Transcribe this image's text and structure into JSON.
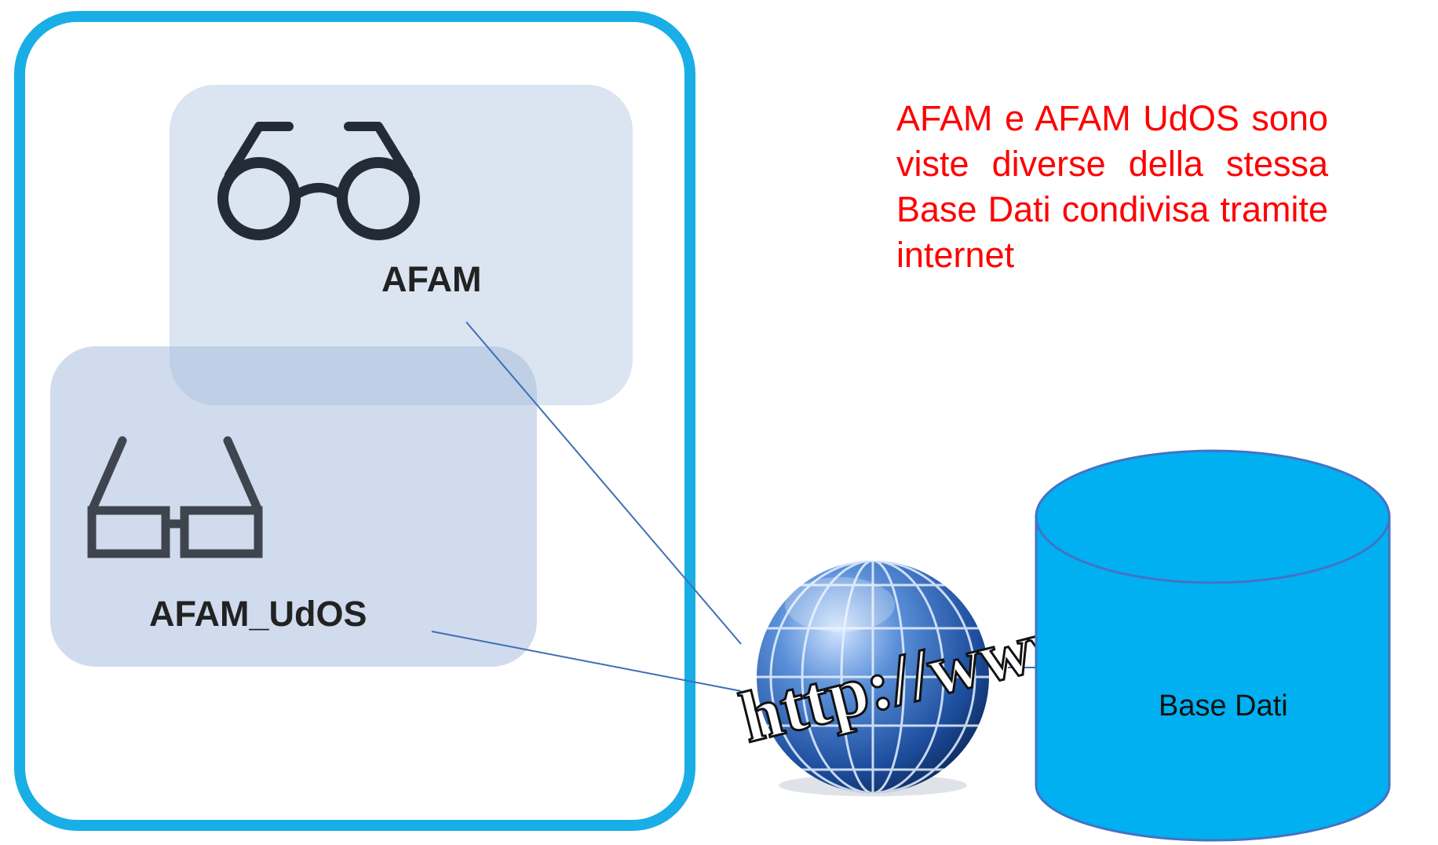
{
  "views": {
    "afam": {
      "label": "AFAM",
      "icon": "round-glasses-icon"
    },
    "udos": {
      "label": "AFAM_UdOS",
      "icon": "square-glasses-icon"
    }
  },
  "note": "AFAM e AFAM UdOS sono viste diverse della stessa Base Dati condivisa tramite internet",
  "internet": {
    "icon": "globe-icon",
    "url_text": "http://www"
  },
  "database": {
    "label": "Base Dati",
    "icon": "database-cylinder-icon"
  },
  "colors": {
    "frame": "#19aee6",
    "note_text": "#ff0000",
    "database_fill": "#00b0f0",
    "database_stroke": "#4472c4",
    "connector": "#3d6fb5"
  }
}
